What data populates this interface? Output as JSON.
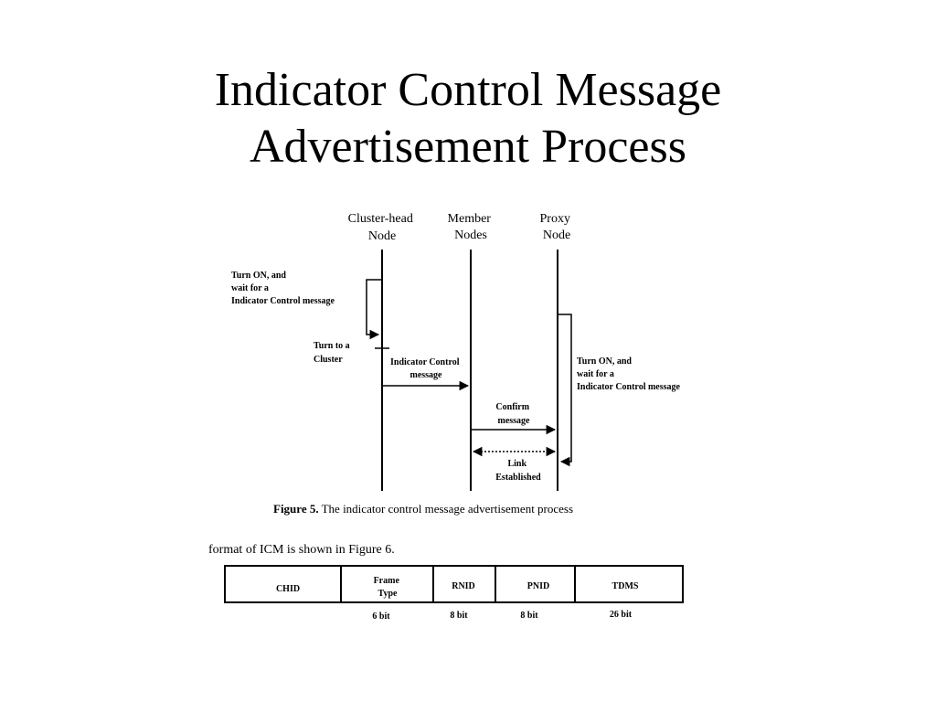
{
  "title_line1": "Indicator Control Message",
  "title_line2": "Advertisement Process",
  "diagram": {
    "lifelines": {
      "cluster_head": [
        "Cluster-head",
        "Node"
      ],
      "member": [
        "Member",
        "Nodes"
      ],
      "proxy": [
        "Proxy",
        "Node"
      ]
    },
    "notes": {
      "turn_on_left": [
        "Turn ON, and",
        "wait for a",
        "Indicator Control message"
      ],
      "turn_to_cluster": [
        "Turn to a",
        "Cluster"
      ],
      "indicator_msg": [
        "Indicator Control",
        "message"
      ],
      "confirm_msg": [
        "Confirm",
        "message"
      ],
      "link": [
        "Link",
        "Established"
      ],
      "turn_on_right": [
        "Turn ON, and",
        "wait for a",
        "Indicator Control message"
      ]
    },
    "figure5_bold": "Figure 5.",
    "figure5_text": "The indicator control message advertisement process"
  },
  "format_text": "format of ICM is shown in Figure 6.",
  "icm_fields": [
    {
      "name": [
        "CHID"
      ],
      "bits": ""
    },
    {
      "name": [
        "Frame",
        "Type"
      ],
      "bits": "6 bit"
    },
    {
      "name": [
        "RNID"
      ],
      "bits": "8 bit"
    },
    {
      "name": [
        "PNID"
      ],
      "bits": "8 bit"
    },
    {
      "name": [
        "TDMS"
      ],
      "bits": "26 bit"
    }
  ]
}
